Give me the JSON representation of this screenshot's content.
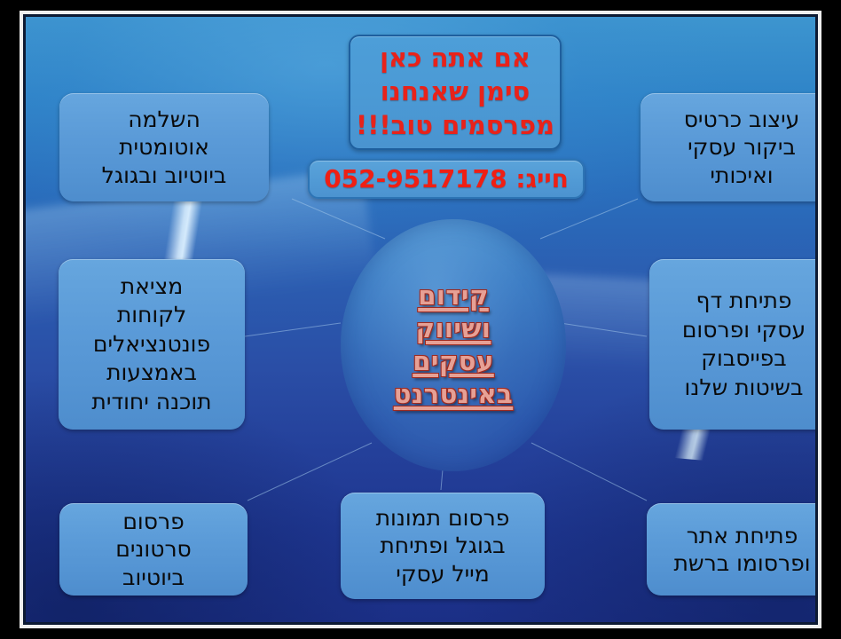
{
  "poster": {
    "colors": {
      "frame_outer": "#000000",
      "frame_inner": "#efefef",
      "background_top": "#3d95cf",
      "background_bottom": "#1b2f86",
      "box_fill": "#5b9bd8",
      "box_text": "#0a0a0a",
      "headline_text": "#e8221a",
      "phone_text": "#ef1f14",
      "center_text": "#e6a095",
      "center_text_outline": "#9c2a20"
    }
  },
  "headline": {
    "lines": [
      "אם אתה כאן",
      "סימן שאנחנו",
      "מפרסמים טוב!!!"
    ]
  },
  "phone": {
    "label": "חייג:",
    "number": "052-9517178",
    "full": "חייג: 052-9517178"
  },
  "center": {
    "lines": [
      "קידום",
      "ושיווק",
      "עסקים",
      "באינטרנט"
    ]
  },
  "services": [
    {
      "id": "top-left",
      "lines": [
        "השלמה",
        "אוטומטית",
        "ביוטיוב ובגוגל"
      ]
    },
    {
      "id": "top-right",
      "lines": [
        "עיצוב כרטיס",
        "ביקור עסקי",
        "ואיכותי"
      ]
    },
    {
      "id": "middle-left",
      "lines": [
        "מציאת",
        "לקוחות",
        "פונטנציאלים",
        "באמצעות",
        "תוכנה יחודית"
      ]
    },
    {
      "id": "middle-right",
      "lines": [
        "פתיחת דף",
        "עסקי ופרסום",
        "בפייסבוק",
        "בשיטות שלנו"
      ]
    },
    {
      "id": "bottom-left",
      "lines": [
        "פרסום",
        "סרטונים",
        "ביוטיוב"
      ]
    },
    {
      "id": "bottom-center",
      "lines": [
        "פרסום תמונות",
        "בגוגל ופתיחת",
        "מייל עסקי"
      ]
    },
    {
      "id": "bottom-right",
      "lines": [
        "פתיחת אתר",
        "ופרסומו ברשת"
      ]
    }
  ]
}
